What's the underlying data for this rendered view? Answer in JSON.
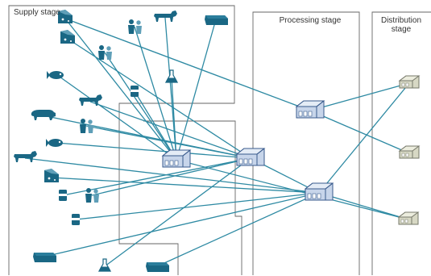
{
  "stages": {
    "supply": "Supply stage",
    "processing": "Processing stage",
    "distribution": "Distribution stage"
  },
  "colors": {
    "line": "#2e8aa3",
    "icon": "#1a6784",
    "warehouse_fill": "#c7d5ea",
    "warehouse_stroke": "#385a8c",
    "dist_fill": "#d7d8c4",
    "dist_stroke": "#76786a",
    "border": "#666666"
  },
  "nodes": {
    "supply": [
      {
        "id": "s1",
        "icon": "cheese-icon"
      },
      {
        "id": "s2",
        "icon": "farmers-icon"
      },
      {
        "id": "s3",
        "icon": "cow-icon"
      },
      {
        "id": "s4",
        "icon": "crate-icon"
      },
      {
        "id": "s5",
        "icon": "cheese-icon"
      },
      {
        "id": "s6",
        "icon": "farmers-icon"
      },
      {
        "id": "s7",
        "icon": "fish-icon"
      },
      {
        "id": "s8",
        "icon": "can-icon"
      },
      {
        "id": "s9",
        "icon": "flask-icon"
      },
      {
        "id": "s10",
        "icon": "pig-icon"
      },
      {
        "id": "s11",
        "icon": "cow-icon"
      },
      {
        "id": "s12",
        "icon": "farmers-icon"
      },
      {
        "id": "s13",
        "icon": "fish-icon"
      },
      {
        "id": "s14",
        "icon": "cow-icon"
      },
      {
        "id": "s15",
        "icon": "cheese-icon"
      },
      {
        "id": "s16",
        "icon": "can-icon"
      },
      {
        "id": "s17",
        "icon": "farmers-icon"
      },
      {
        "id": "s18",
        "icon": "can-icon"
      },
      {
        "id": "s19",
        "icon": "crate-icon"
      },
      {
        "id": "s20",
        "icon": "flask-icon"
      },
      {
        "id": "s21",
        "icon": "crate-icon"
      }
    ],
    "processing": [
      {
        "id": "p1",
        "icon": "warehouse-icon"
      },
      {
        "id": "p2",
        "icon": "warehouse-icon"
      },
      {
        "id": "p3",
        "icon": "warehouse-icon"
      },
      {
        "id": "p4",
        "icon": "warehouse-icon"
      }
    ],
    "distribution": [
      {
        "id": "d1",
        "icon": "store-icon"
      },
      {
        "id": "d2",
        "icon": "store-icon"
      },
      {
        "id": "d3",
        "icon": "store-icon"
      }
    ]
  },
  "edges": [
    [
      "s1",
      "p2"
    ],
    [
      "s1",
      "p1"
    ],
    [
      "s2",
      "p2"
    ],
    [
      "s3",
      "p2"
    ],
    [
      "s4",
      "p2"
    ],
    [
      "s5",
      "p3"
    ],
    [
      "s6",
      "p2"
    ],
    [
      "s7",
      "p2"
    ],
    [
      "s8",
      "p2"
    ],
    [
      "s9",
      "p2"
    ],
    [
      "s10",
      "p3"
    ],
    [
      "s11",
      "p3"
    ],
    [
      "s12",
      "p3"
    ],
    [
      "s13",
      "p3"
    ],
    [
      "s14",
      "p4"
    ],
    [
      "s15",
      "p4"
    ],
    [
      "s16",
      "p3"
    ],
    [
      "s17",
      "p3"
    ],
    [
      "s18",
      "p4"
    ],
    [
      "s19",
      "p4"
    ],
    [
      "s20",
      "p3"
    ],
    [
      "s21",
      "p4"
    ],
    [
      "p1",
      "d1"
    ],
    [
      "p1",
      "d2"
    ],
    [
      "p3",
      "p4"
    ],
    [
      "p4",
      "d1"
    ],
    [
      "p4",
      "d3"
    ],
    [
      "p2",
      "d3"
    ]
  ]
}
